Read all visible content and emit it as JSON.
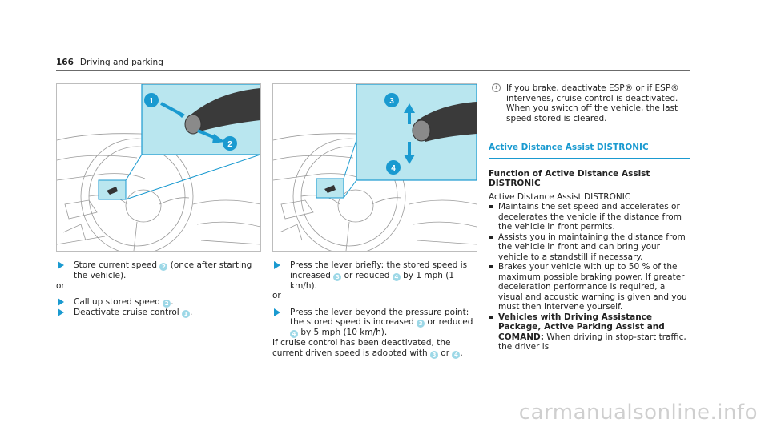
{
  "header": {
    "page_number": "166",
    "title": "Driving and parking"
  },
  "figure_left": {
    "markers": [
      "1",
      "2"
    ]
  },
  "figure_right": {
    "markers": [
      "3",
      "4"
    ]
  },
  "col1": {
    "s1_text_a": "Store current speed",
    "s1_marker": "2",
    "s1_text_b": "(once after starting the vehicle).",
    "or": "or",
    "s2_text": "Call up stored speed",
    "s2_marker": "2",
    "s3_text": "Deactivate cruise control",
    "s3_marker": "1"
  },
  "col2": {
    "s1_text_a": "Press the lever briefly: the stored speed is increased",
    "s1_marker_a": "3",
    "s1_text_b": "or reduced",
    "s1_marker_b": "4",
    "s1_text_c": "by 1 mph (1 km/h).",
    "or": "or",
    "s2_text_a": "Press the lever beyond the pressure point: the stored speed is increased",
    "s2_marker_a": "3",
    "s2_text_b": "or reduced",
    "s2_marker_b": "4",
    "s2_text_c": "by 5 mph (10 km/h).",
    "after_text": "If cruise control has been deactivated, the current driven speed is adopted with",
    "after_marker_a": "3",
    "after_or": "or",
    "after_marker_b": "4"
  },
  "col3": {
    "info_icon": "i",
    "note": "If you brake, deactivate ESP® or if ESP® intervenes, cruise control is deactivated. When you switch off the vehicle, the last speed stored is cleared.",
    "section_title": "Active Distance Assist DISTRONIC",
    "subsection_title": "Function of Active Distance Assist DISTRONIC",
    "intro": "Active Distance Assist DISTRONIC",
    "bullets": [
      "Maintains the set speed and accelerates or decelerates the vehicle if the distance from the vehicle in front permits.",
      "Assists you in maintaining the distance from the vehicle in front and can bring your vehicle to a standstill if necessary.",
      "Brakes your vehicle with up to 50 % of the maximum possible braking power. If greater deceleration performance is required, a visual and acoustic warning is given and you must then intervene yourself."
    ],
    "bold_bullet_title": "Vehicles with Driving Assistance Package, Active Parking Assist and COMAND:",
    "bold_bullet_text": "When driving in stop-start traffic, the driver is"
  },
  "watermark": "carmanualsonline.info",
  "colors": {
    "accent": "#1a9ad0",
    "marker": "#9dd8e7",
    "highlight": "#b9e6ef"
  }
}
